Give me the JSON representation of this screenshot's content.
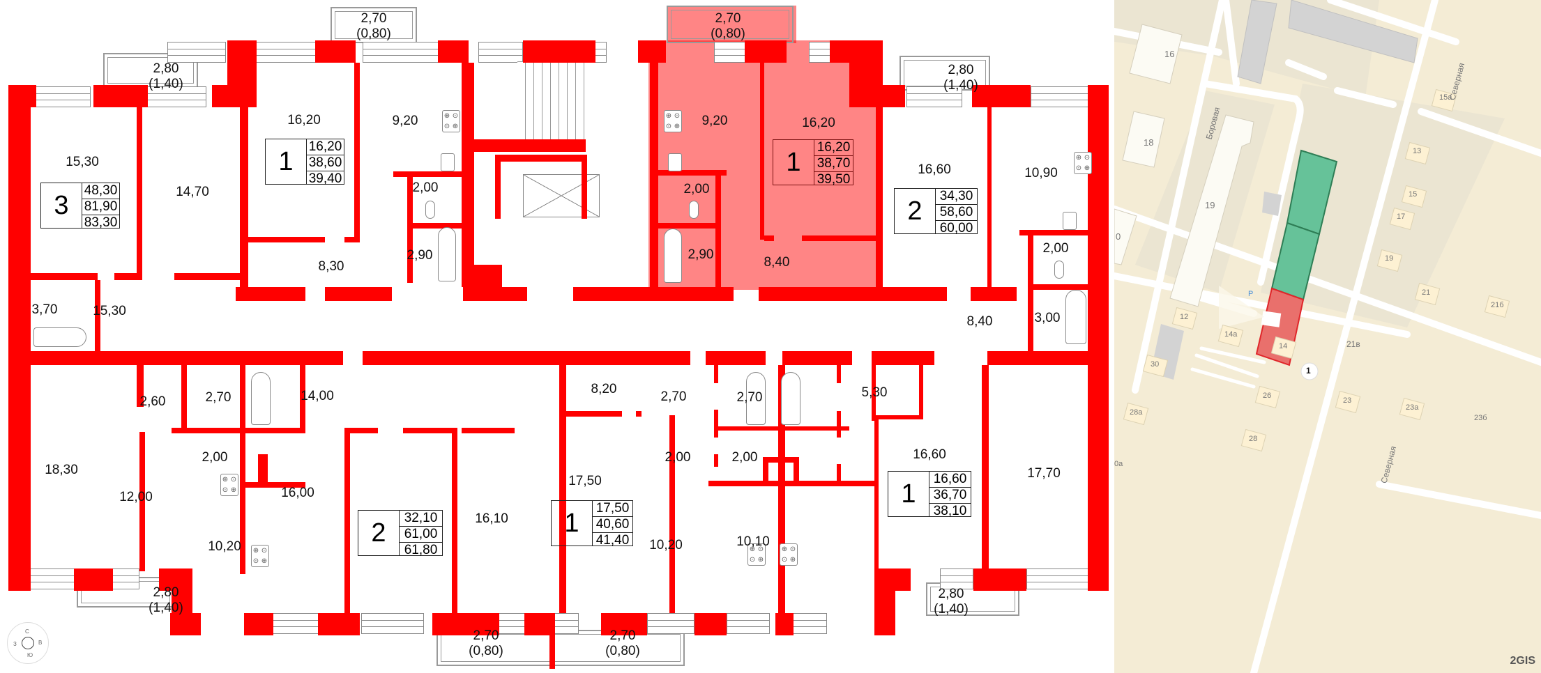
{
  "floor_plan": {
    "wall_color": "#ff0000",
    "highlight_color": "#ff7f7f",
    "apartments": [
      {
        "id": "apt-3room-left",
        "rooms": 3,
        "living": "48,30",
        "total": "81,90",
        "total_with_balcony": "83,30"
      },
      {
        "id": "apt-1room-top-left",
        "rooms": 1,
        "living": "16,20",
        "total": "38,60",
        "total_with_balcony": "39,40"
      },
      {
        "id": "apt-1room-top-highlighted",
        "rooms": 1,
        "living": "16,20",
        "total": "38,70",
        "total_with_balcony": "39,50",
        "highlighted": true
      },
      {
        "id": "apt-2room-top-right",
        "rooms": 2,
        "living": "34,30",
        "total": "58,60",
        "total_with_balcony": "60,00"
      },
      {
        "id": "apt-2room-bottom-mid",
        "rooms": 2,
        "living": "32,10",
        "total": "61,00",
        "total_with_balcony": "61,80"
      },
      {
        "id": "apt-1room-bottom-mid",
        "rooms": 1,
        "living": "17,50",
        "total": "40,60",
        "total_with_balcony": "41,40"
      },
      {
        "id": "apt-1room-bottom-right",
        "rooms": 1,
        "living": "16,60",
        "total": "36,70",
        "total_with_balcony": "38,10"
      }
    ],
    "room_areas": {
      "r_15_30_top": "15,30",
      "r_14_70": "14,70",
      "r_16_20_a": "16,20",
      "r_9_20_a": "9,20",
      "r_2_00_a": "2,00",
      "r_2_90_a": "2,90",
      "r_8_30": "8,30",
      "r_9_20_b": "9,20",
      "r_16_20_b": "16,20",
      "r_2_00_b": "2,00",
      "r_2_90_b": "2,90",
      "r_8_40_a": "8,40",
      "r_16_60_a": "16,60",
      "r_10_90": "10,90",
      "r_2_00_c": "2,00",
      "r_3_00": "3,00",
      "r_8_40_b": "8,40",
      "r_3_70": "3,70",
      "r_15_30_hall": "15,30",
      "r_18_30": "18,30",
      "r_2_60": "2,60",
      "r_2_70_a": "2,70",
      "r_12_00": "12,00",
      "r_2_00_d": "2,00",
      "r_10_20_a": "10,20",
      "r_14_00": "14,00",
      "r_16_00": "16,00",
      "r_16_10": "16,10",
      "r_8_20": "8,20",
      "r_17_50": "17,50",
      "r_2_70_b": "2,70",
      "r_2_70_c": "2,70",
      "r_2_00_e": "2,00",
      "r_2_00_f": "2,00",
      "r_10_20_b": "10,20",
      "r_10_10": "10,10",
      "r_5_30": "5,30",
      "r_16_60_b": "16,60",
      "r_17_70": "17,70"
    },
    "balconies": {
      "top_left": {
        "area": "2,80",
        "reduced": "(1,40)"
      },
      "top_center_left": {
        "area": "2,70",
        "reduced": "(0,80)"
      },
      "top_center_right": {
        "area": "2,70",
        "reduced": "(0,80)"
      },
      "top_right": {
        "area": "2,80",
        "reduced": "(1,40)"
      },
      "bottom_left": {
        "area": "2,80",
        "reduced": "(1,40)"
      },
      "bottom_center_left": {
        "area": "2,70",
        "reduced": "(0,80)"
      },
      "bottom_center_right": {
        "area": "2,70",
        "reduced": "(0,80)"
      },
      "bottom_right": {
        "area": "2,80",
        "reduced": "(1,40)"
      }
    },
    "compass": {
      "n": "С",
      "s": "Ю",
      "e": "В",
      "w": "З"
    }
  },
  "map": {
    "streets": [
      "Боровая",
      "Северная",
      "Северная"
    ],
    "building_numbers": [
      "16",
      "18",
      "19",
      "0",
      "15а",
      "13",
      "15",
      "17",
      "19",
      "12",
      "14а",
      "14",
      "21в",
      "21",
      "21б",
      "30",
      "26",
      "23",
      "23а",
      "23б",
      "28а",
      "28",
      "0а"
    ],
    "marker_label": "1",
    "parking_label": "P",
    "logo": "2GIS",
    "colors": {
      "background": "#f4ecd5",
      "block": "#ebe5d2",
      "road": "#ffffff",
      "selected_section": "#e9706c",
      "other_sections": "#66c299",
      "building_gray": "#d3d3d3"
    }
  }
}
